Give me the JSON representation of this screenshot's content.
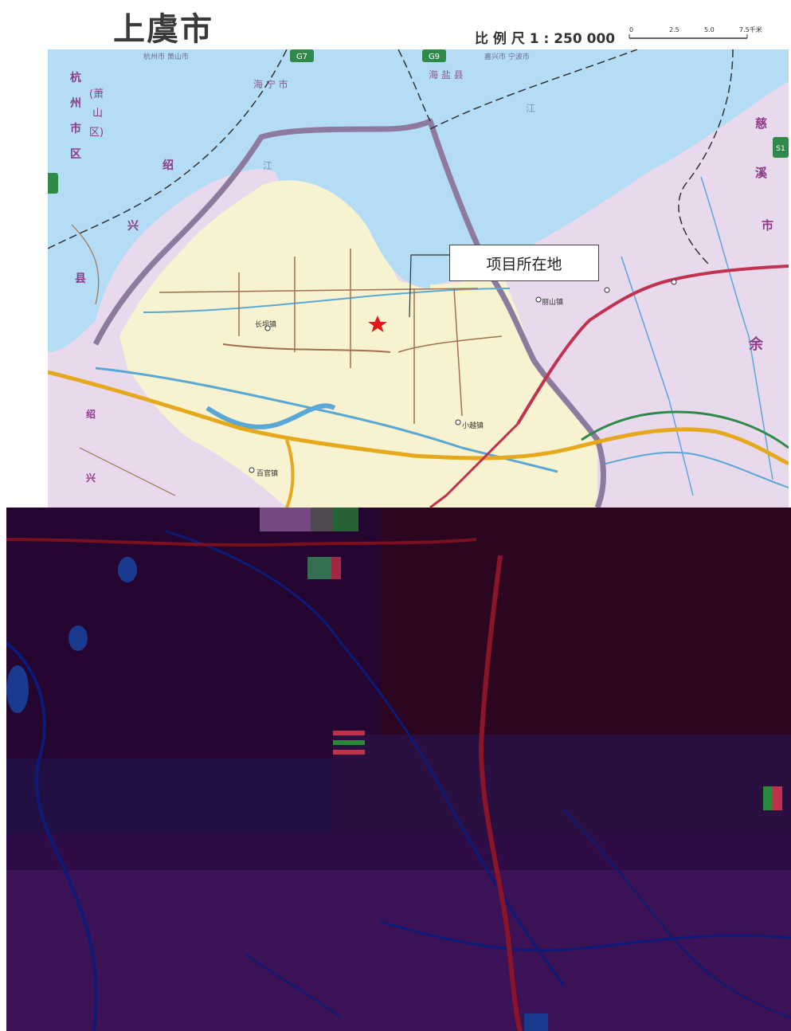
{
  "title": "上虞市",
  "scale": {
    "text": "比 例 尺  1 : 250 000",
    "ticks": [
      "0",
      "2.5",
      "5.0",
      "7.5千米"
    ]
  },
  "callout": {
    "label": "项目所在地"
  },
  "road_shields": [
    "G7",
    "G9",
    "S1"
  ],
  "place_labels": {
    "north_left": "杭州市 萧山市",
    "north_right": "嘉兴市 宁波市",
    "haining": "海 宁 市",
    "haiyan": "海 盐 县",
    "hangzhou_v1": "杭",
    "hangzhou_v2": "州",
    "hangzhou_v3": "市",
    "hangzhou_v4": "区",
    "xiaoshan_1": "(萧",
    "xiaoshan_2": "山",
    "xiaoshan_3": "区)",
    "shaoxing_1": "绍",
    "shaoxing_2": "兴",
    "shaoxing_3": "县",
    "cixi_1": "慈",
    "cixi_2": "溪",
    "cixi_3": "市",
    "yuyao": "余",
    "jiang_1": "江",
    "jiang_2": "江",
    "shaoxing_low_1": "绍",
    "shaoxing_low_2": "兴",
    "town_xiaoyue": "小越镇",
    "town_baiguan": "百官镇",
    "town_lishan": "丽山镇",
    "town_zhangzhen": "长坝镇"
  },
  "colors": {
    "water": "#b4dcf4",
    "county_land": "#f7f2cf",
    "neighbor_land": "#e8d9ec",
    "border": "#8f7a9f",
    "highway": "#e6a81d",
    "railway": "#c0324f",
    "marker": "#e11b1b",
    "lower_bg": "#2a0a38"
  }
}
